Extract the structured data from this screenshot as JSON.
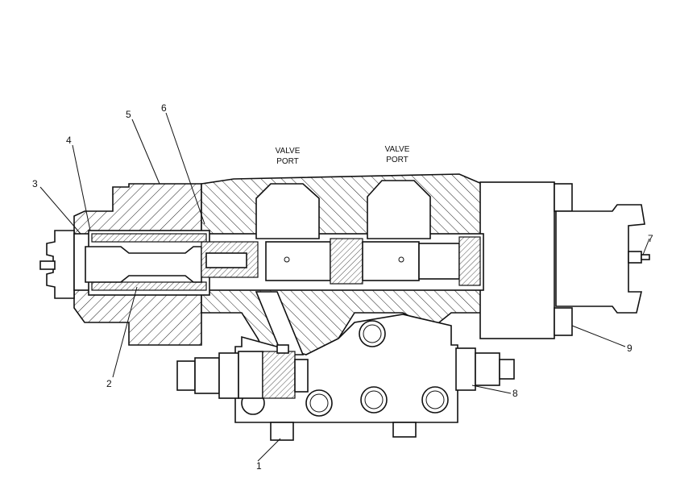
{
  "callouts": [
    {
      "id": "1",
      "label": "1"
    },
    {
      "id": "2",
      "label": "2"
    },
    {
      "id": "3",
      "label": "3"
    },
    {
      "id": "4",
      "label": "4"
    },
    {
      "id": "5",
      "label": "5"
    },
    {
      "id": "6",
      "label": "6"
    },
    {
      "id": "7",
      "label": "7"
    },
    {
      "id": "8",
      "label": "8"
    },
    {
      "id": "9",
      "label": "9"
    }
  ],
  "ports": [
    {
      "line1": "VALVE",
      "line2": "PORT"
    },
    {
      "line1": "VALVE",
      "line2": "PORT"
    }
  ]
}
